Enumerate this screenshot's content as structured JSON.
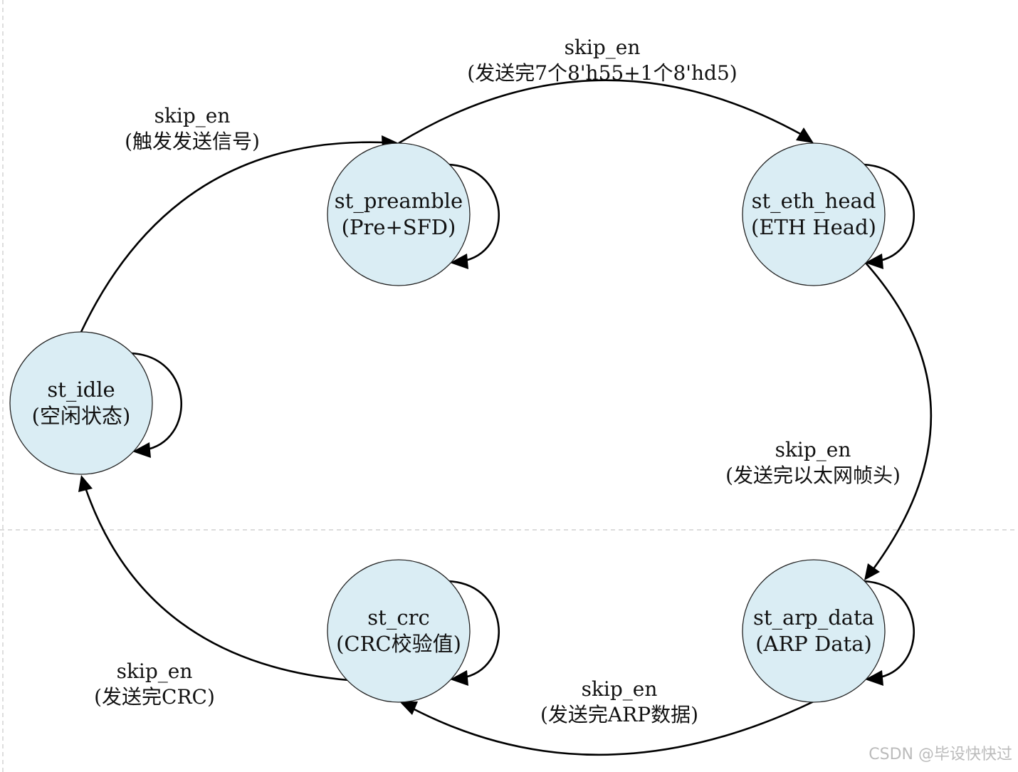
{
  "states": [
    {
      "id": "st_idle",
      "name": "st_idle",
      "desc": "(空闲状态)"
    },
    {
      "id": "st_preamble",
      "name": "st_preamble",
      "desc": "(Pre+SFD)"
    },
    {
      "id": "st_eth_head",
      "name": "st_eth_head",
      "desc": "(ETH Head)"
    },
    {
      "id": "st_arp_data",
      "name": "st_arp_data",
      "desc": "(ARP Data)"
    },
    {
      "id": "st_crc",
      "name": "st_crc",
      "desc": "(CRC校验值)"
    }
  ],
  "transitions": [
    {
      "from": "st_idle",
      "to": "st_preamble",
      "condition": "skip_en",
      "note": "(触发发送信号)"
    },
    {
      "from": "st_preamble",
      "to": "st_eth_head",
      "condition": "skip_en",
      "note": "(发送完7个8'h55+1个8'hd5)"
    },
    {
      "from": "st_eth_head",
      "to": "st_arp_data",
      "condition": "skip_en",
      "note": "(发送完以太网帧头)"
    },
    {
      "from": "st_arp_data",
      "to": "st_crc",
      "condition": "skip_en",
      "note": "(发送完ARP数据)"
    },
    {
      "from": "st_crc",
      "to": "st_idle",
      "condition": "skip_en",
      "note": "(发送完CRC)"
    }
  ],
  "watermark": "CSDN @毕设快快过"
}
